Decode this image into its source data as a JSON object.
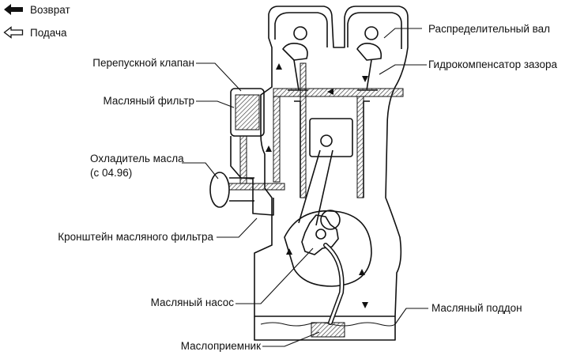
{
  "legend": {
    "return_label": "Возврат",
    "feed_label": "Подача"
  },
  "labels": {
    "camshaft": "Распределительный вал",
    "lash_adjuster": "Гидрокомпенсатор зазора",
    "bypass_valve": "Перепускной клапан",
    "oil_filter": "Масляный фильтр",
    "oil_cooler_line1": "Охладитель масла",
    "oil_cooler_line2": "(с 04.96)",
    "filter_bracket": "Кронштейн масляного фильтра",
    "oil_pump": "Масляный насос",
    "oil_pan": "Масляный поддон",
    "oil_pickup": "Маслоприемник"
  },
  "colors": {
    "ink": "#111111",
    "background": "#ffffff",
    "hatch": "#555555"
  },
  "icons": {
    "return": "arrow-left-filled-icon",
    "feed": "arrow-left-outline-icon"
  }
}
